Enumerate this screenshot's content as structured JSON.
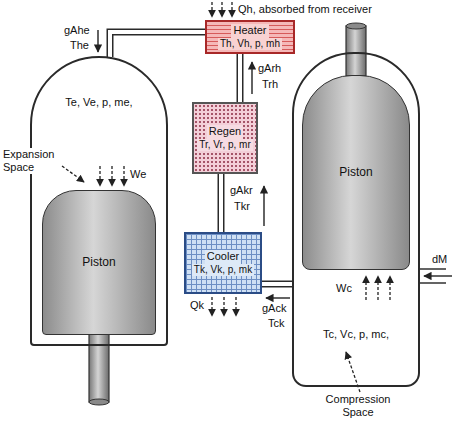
{
  "diagram": {
    "nodes": [
      {
        "text": [
          "Heater",
          "Th, Vh, p, mh"
        ]
      },
      {
        "text": [
          "Te, Ve, p, me,"
        ]
      },
      {
        "text": [
          "Piston"
        ],
        "in": 1
      },
      {
        "text": [
          "Regen",
          "Tr, Vr, p, mr"
        ]
      },
      {
        "text": [
          "Cooler",
          "Tk, Vk, p, mk"
        ]
      },
      {
        "text": [
          "Tc, Vc, p, mc,"
        ]
      },
      {
        "text": [
          "Piston"
        ],
        "in": 5
      }
    ],
    "edges": [
      {
        "from": 0,
        "to": 1,
        "arrow": "none"
      },
      {
        "from": 0,
        "to": 3,
        "arrow": "none"
      },
      {
        "from": 3,
        "to": 4,
        "arrow": "none"
      },
      {
        "from": 4,
        "to": 5,
        "arrow": "none"
      }
    ],
    "labels": [
      "Qh, absorbed from receiver",
      "gAhe",
      "The",
      "Expansion Space",
      "We",
      "gArh",
      "Trh",
      "gAkr",
      "Tkr",
      "Qk",
      "gAck",
      "Tck",
      "dM",
      "Wc",
      "Compression Space"
    ]
  }
}
